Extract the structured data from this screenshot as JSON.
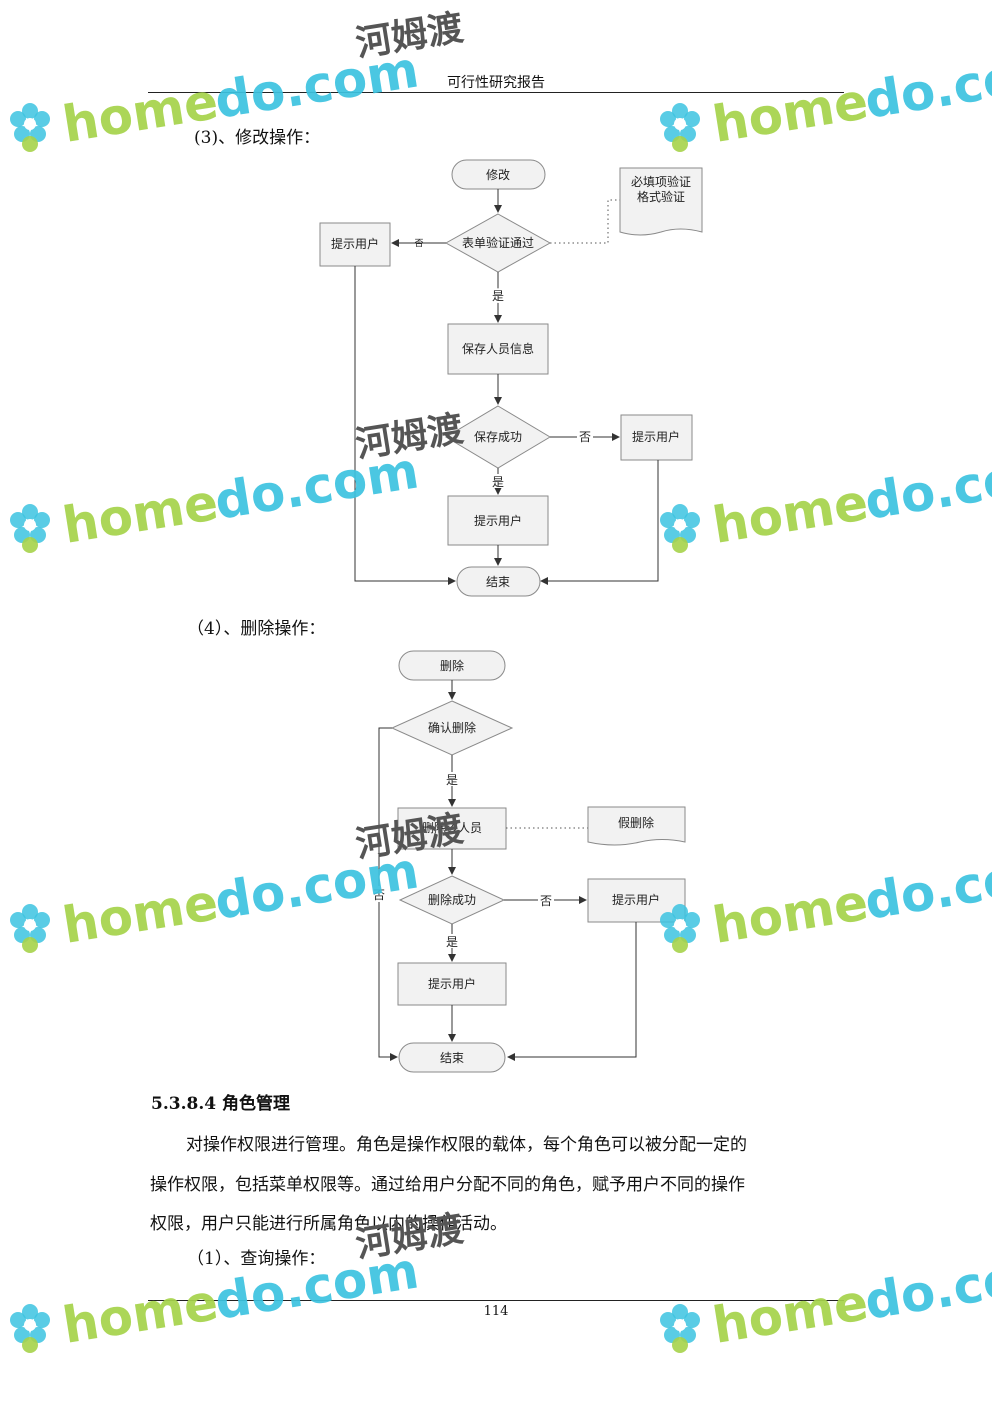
{
  "header": {
    "title": "可行性研究报告"
  },
  "section3": {
    "label": "(3)、修改操作：",
    "flow": {
      "start": "修改",
      "validate": "表单验证通过",
      "note_line1": "必填项验证",
      "note_line2": "格式验证",
      "notify_left": "提示用户",
      "no_small": "否",
      "yes1": "是",
      "save": "保存人员信息",
      "save_ok": "保存成功",
      "no": "否",
      "notify_right": "提示用户",
      "yes2": "是",
      "notify_bottom": "提示用户",
      "end": "结束"
    }
  },
  "section4": {
    "label": "（4）、删除操作：",
    "flow": {
      "start": "删除",
      "confirm": "确认删除",
      "yes1": "是",
      "delete": "删除该人员",
      "note": "假删除",
      "no_left": "否",
      "delete_ok": "删除成功",
      "no": "否",
      "notify_right": "提示用户",
      "yes2": "是",
      "notify_bottom": "提示用户",
      "end": "结束"
    }
  },
  "section": {
    "heading": "5.3.8.4 角色管理",
    "para_line1": "对操作权限进行管理。角色是操作权限的载体，每个角色可以被分配一定的",
    "para_line2": "操作权限，包括菜单权限等。通过给用户分配不同的角色，赋予用户不同的操作",
    "para_line3": "权限，用户只能进行所属角色以内的操作活动。",
    "sub_label": "（1）、查询操作："
  },
  "footer": {
    "page_number": "114"
  },
  "watermark": {
    "brand_text": "homedo",
    "domain_text": ".com",
    "cn_text": "河姆渡",
    "color_green": "#a6d34a",
    "color_blue": "#3cc3e0"
  }
}
